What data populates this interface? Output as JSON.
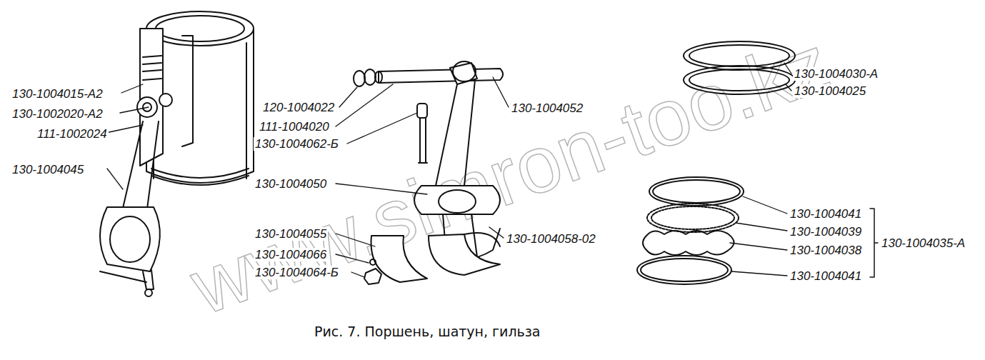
{
  "diagram": {
    "caption": "Рис. 7. Поршень, шатун, гильза",
    "labels": [
      "130-1004015-А2",
      "130-1002020-А2",
      "111-1002024",
      "130-1004045",
      "120-1004022",
      "111-1004020",
      "130-1004062-Б",
      "130-1004052",
      "130-1004050",
      "130-1004055",
      "130-1004066",
      "130-1004064-Б",
      "130-1004058-02",
      "130-1004030-А",
      "130-1004025",
      "130-1004041",
      "130-1004039",
      "130-1004038",
      "130-1004041",
      "130-1004035-А",
      "www.simron-too.kz"
    ]
  }
}
